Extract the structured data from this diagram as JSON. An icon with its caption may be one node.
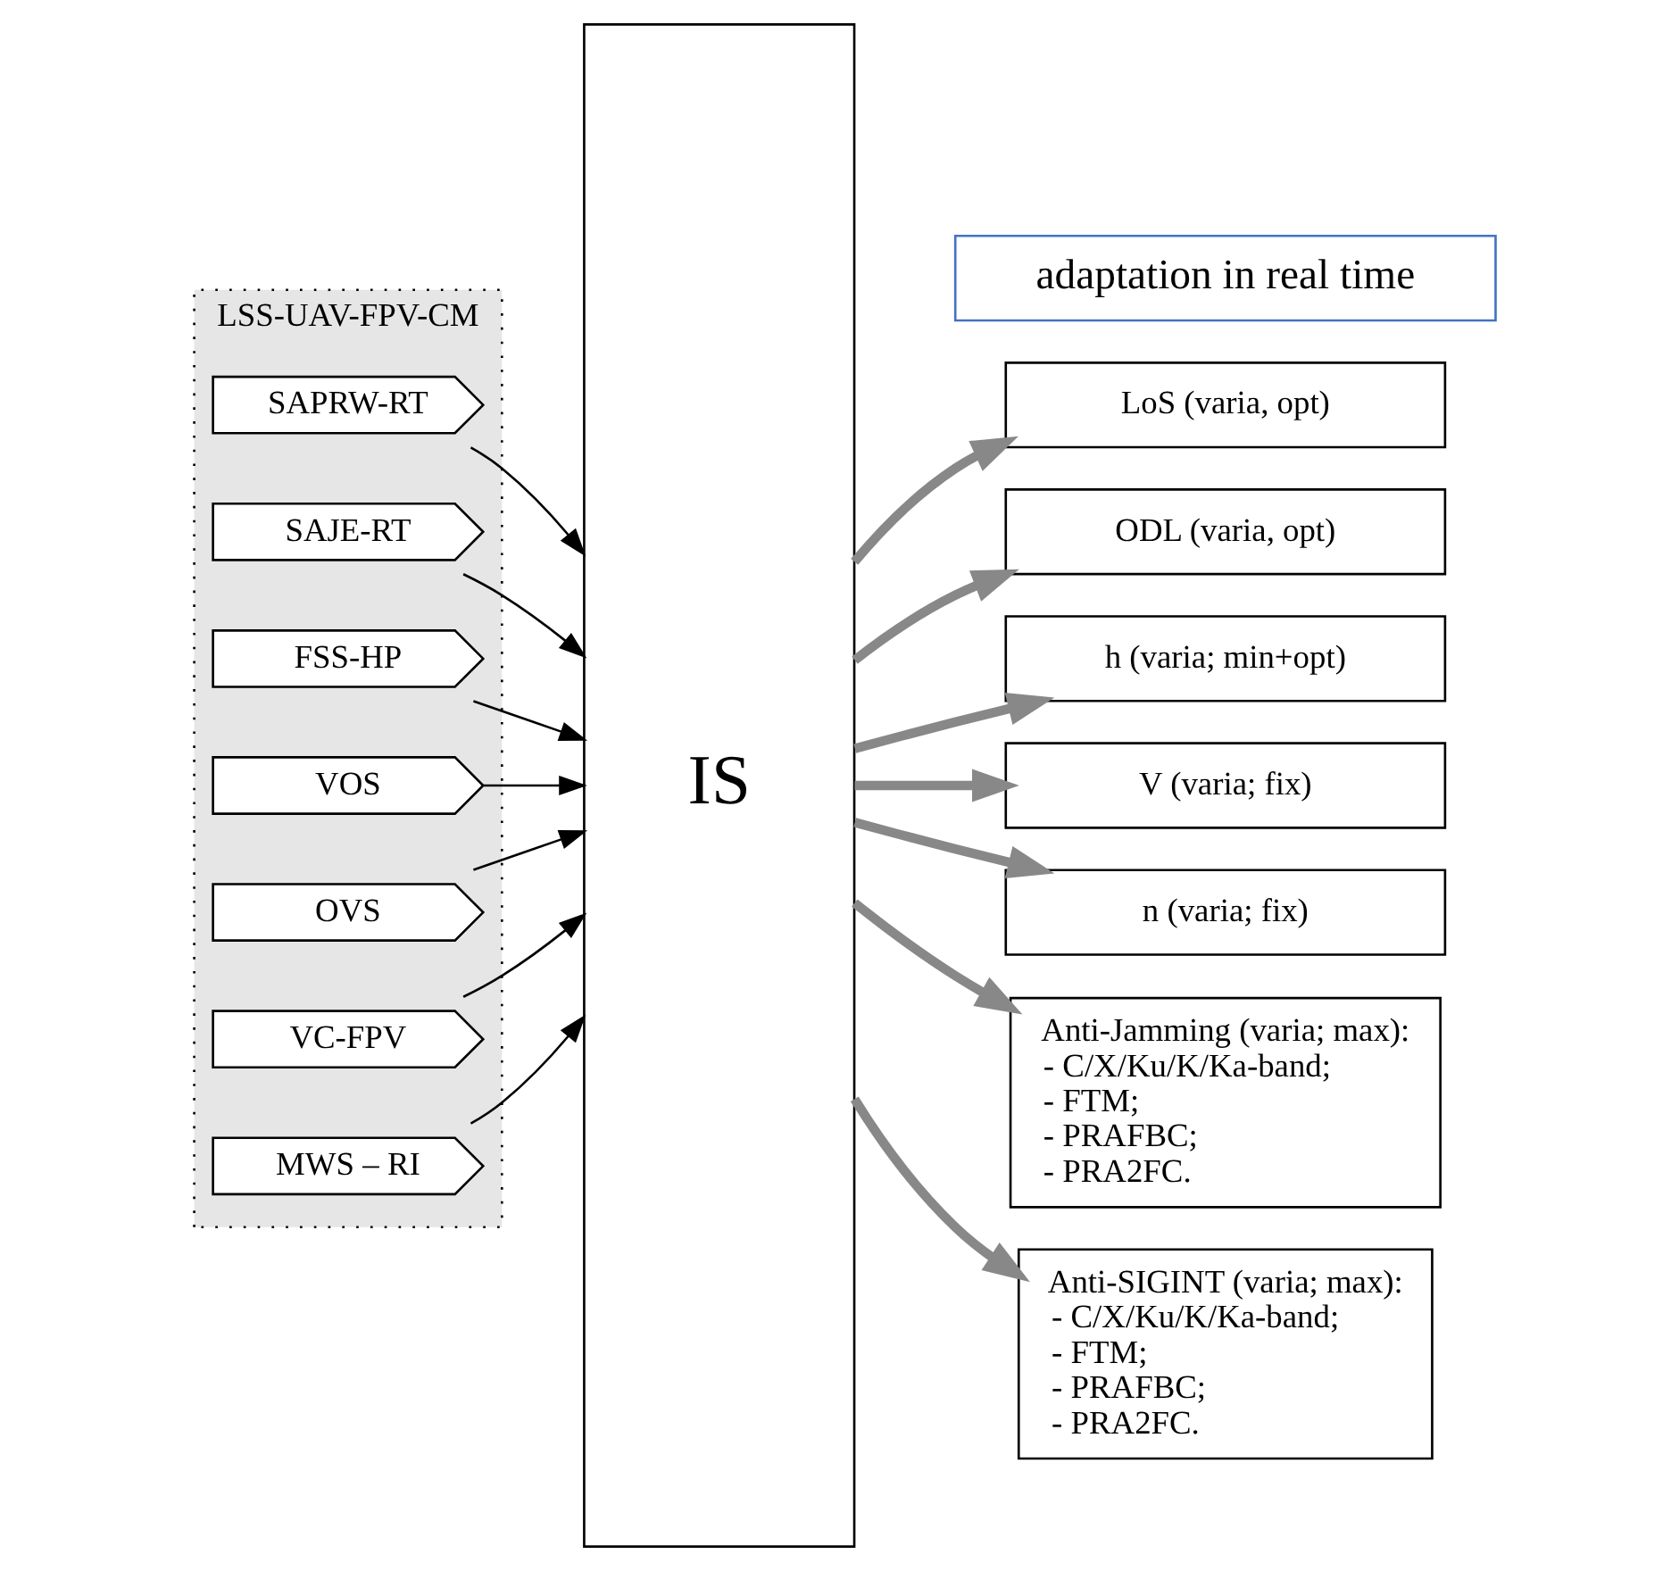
{
  "diagram": {
    "nodes": [
      {
        "text": [
          "LSS-UAV-FPV-CM"
        ]
      },
      {
        "text": [
          "SAPRW-RT"
        ],
        "in": 0
      },
      {
        "text": [
          "SAJE-RT"
        ],
        "in": 0
      },
      {
        "text": [
          "FSS-HP"
        ],
        "in": 0
      },
      {
        "text": [
          "VOS"
        ],
        "in": 0
      },
      {
        "text": [
          "OVS"
        ],
        "in": 0
      },
      {
        "text": [
          "VC-FPV"
        ],
        "in": 0
      },
      {
        "text": [
          "MWS – RI"
        ],
        "in": 0
      },
      {
        "text": [
          "IS"
        ]
      },
      {
        "text": [
          "adaptation in real time"
        ]
      },
      {
        "text": [
          "LoS (varia, opt)"
        ]
      },
      {
        "text": [
          "ODL (varia, opt)"
        ]
      },
      {
        "text": [
          "h (varia; min+opt)"
        ]
      },
      {
        "text": [
          "V (varia; fix)"
        ]
      },
      {
        "text": [
          "n (varia; fix)"
        ]
      },
      {
        "text": [
          "Anti-Jamming (varia; max):",
          "- C/X/Ku/K/Ka-band;",
          "- FTM;",
          "- PRAFBC;",
          "- PRA2FC."
        ]
      },
      {
        "text": [
          "Anti-SIGINT (varia; max):",
          "- C/X/Ku/K/Ka-band;",
          "- FTM;",
          "- PRAFBC;",
          "- PRA2FC."
        ]
      }
    ],
    "edges": [
      {
        "from": 1,
        "to": 8,
        "arrow": "to"
      },
      {
        "from": 2,
        "to": 8,
        "arrow": "to"
      },
      {
        "from": 3,
        "to": 8,
        "arrow": "to"
      },
      {
        "from": 4,
        "to": 8,
        "arrow": "to"
      },
      {
        "from": 5,
        "to": 8,
        "arrow": "to"
      },
      {
        "from": 6,
        "to": 8,
        "arrow": "to"
      },
      {
        "from": 7,
        "to": 8,
        "arrow": "to"
      },
      {
        "from": 8,
        "to": 10,
        "arrow": "to",
        "style": "thick",
        "color": "#888888"
      },
      {
        "from": 8,
        "to": 11,
        "arrow": "to",
        "style": "thick",
        "color": "#888888"
      },
      {
        "from": 8,
        "to": 12,
        "arrow": "to",
        "style": "thick",
        "color": "#888888"
      },
      {
        "from": 8,
        "to": 13,
        "arrow": "to",
        "style": "thick",
        "color": "#888888"
      },
      {
        "from": 8,
        "to": 14,
        "arrow": "to",
        "style": "thick",
        "color": "#888888"
      },
      {
        "from": 8,
        "to": 15,
        "arrow": "to",
        "style": "thick",
        "color": "#888888"
      },
      {
        "from": 8,
        "to": 16,
        "arrow": "to",
        "style": "thick",
        "color": "#888888"
      }
    ]
  }
}
